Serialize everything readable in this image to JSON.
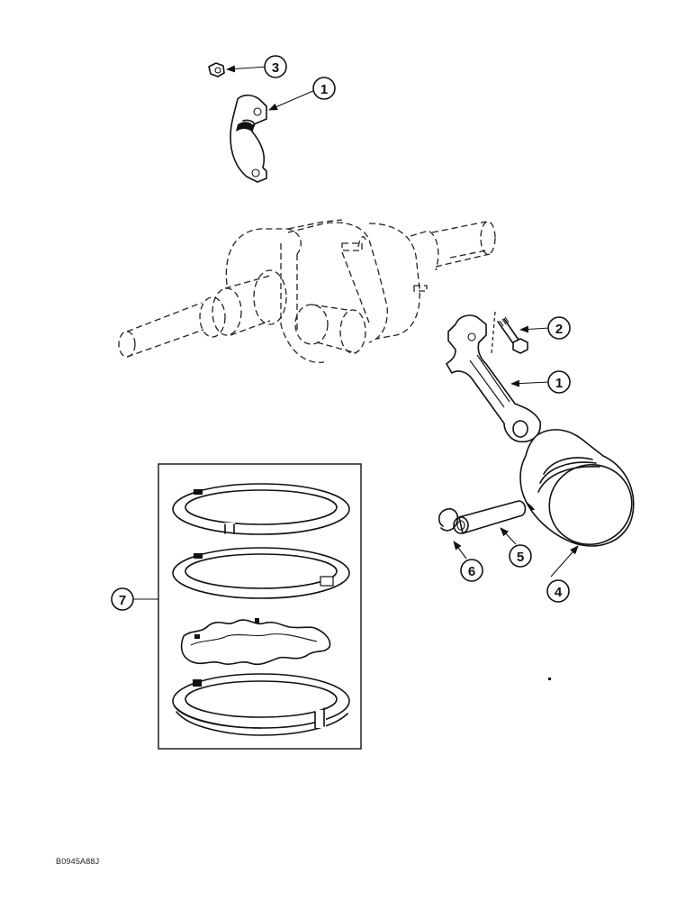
{
  "diagram": {
    "type": "exploded-parts-view",
    "figure_code": "B0945A88J",
    "callouts": [
      {
        "id": "callout-3-top",
        "number": "3",
        "part": "nut"
      },
      {
        "id": "callout-1-top",
        "number": "1",
        "part": "connecting rod cap"
      },
      {
        "id": "callout-2",
        "number": "2",
        "part": "bolt"
      },
      {
        "id": "callout-1-rod",
        "number": "1",
        "part": "connecting rod"
      },
      {
        "id": "callout-4",
        "number": "4",
        "part": "piston"
      },
      {
        "id": "callout-5",
        "number": "5",
        "part": "piston pin"
      },
      {
        "id": "callout-6",
        "number": "6",
        "part": "retaining ring"
      },
      {
        "id": "callout-7",
        "number": "7",
        "part": "piston ring set"
      }
    ],
    "reference_part": "crankshaft (phantom / dashed outline)"
  }
}
